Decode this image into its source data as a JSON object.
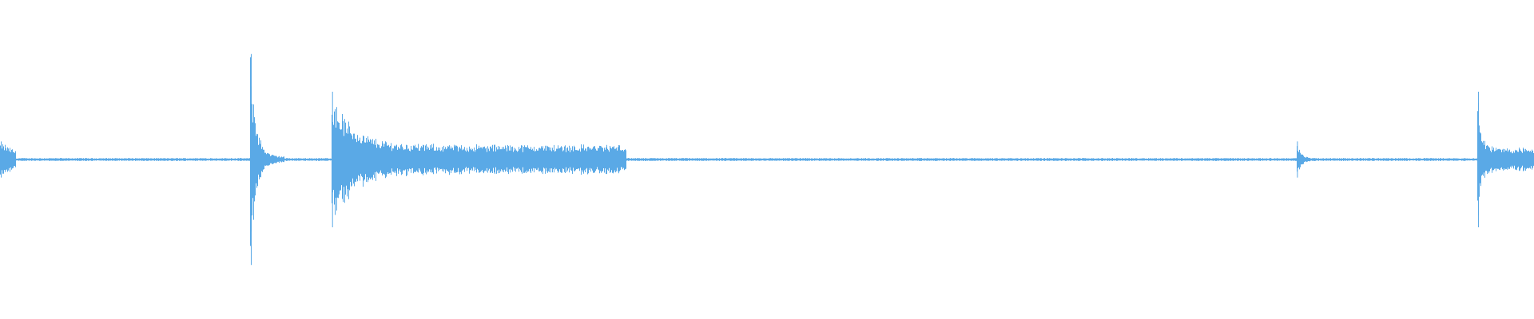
{
  "waveform": {
    "color": "#5aa9e6",
    "baseline_amplitude": 0.01,
    "events": [
      {
        "name": "burst-1",
        "start": 0.0,
        "peak": 0.12,
        "sustain": 0.05,
        "end": 0.01,
        "decay": "fast"
      },
      {
        "name": "hit-1",
        "start": 0.163,
        "peak": 0.7,
        "sustain": 0.02,
        "end": 0.185,
        "decay": "exp"
      },
      {
        "name": "hit-2",
        "start": 0.216,
        "peak": 0.45,
        "sustain": 0.1,
        "end": 0.408,
        "decay": "sustain"
      },
      {
        "name": "hit-3",
        "start": 0.845,
        "peak": 0.12,
        "sustain": 0.01,
        "end": 0.86,
        "decay": "exp"
      },
      {
        "name": "hit-4",
        "start": 0.963,
        "peak": 0.45,
        "sustain": 0.08,
        "end": 1.0,
        "decay": "sustain"
      }
    ]
  }
}
